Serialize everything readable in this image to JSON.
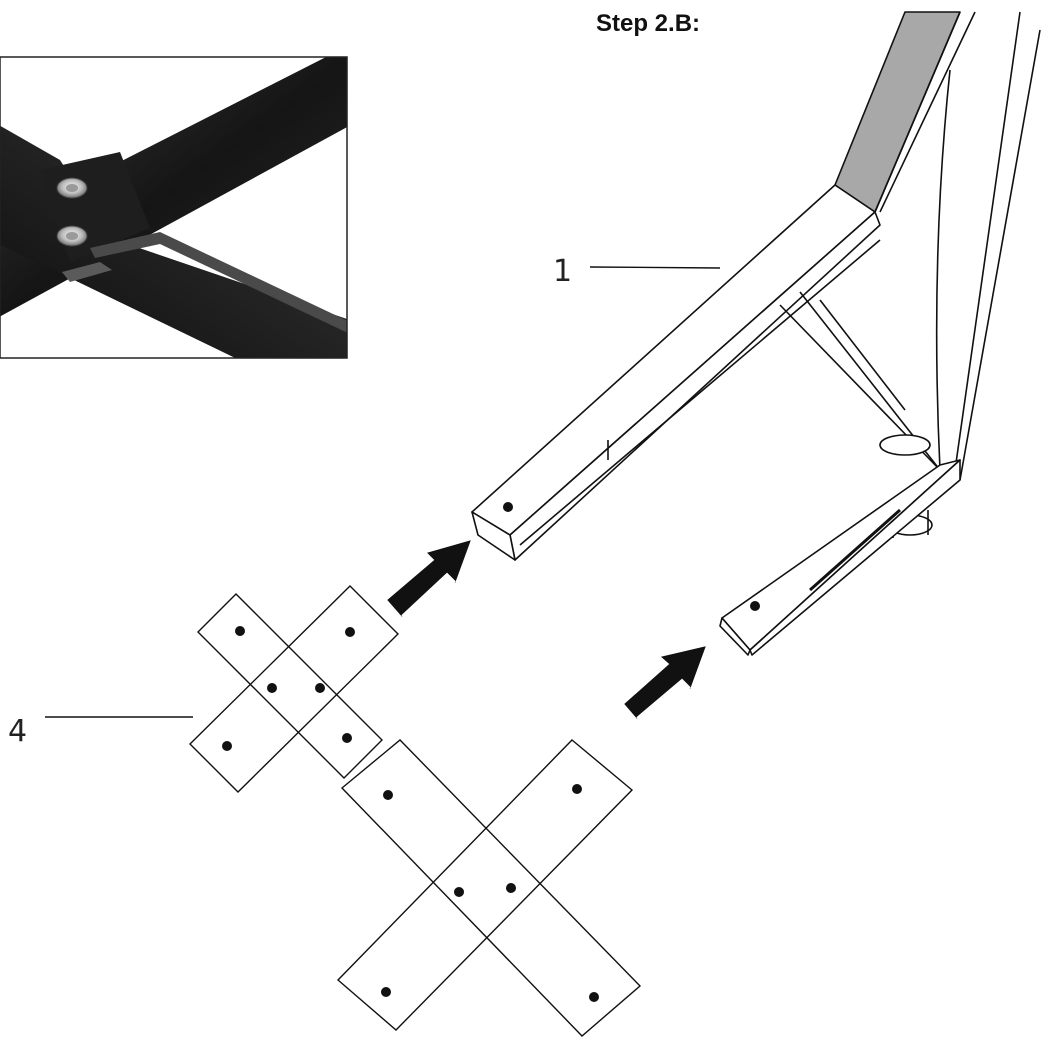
{
  "step_title": "Step 2.B:",
  "callouts": {
    "frame": "1",
    "cross_plate": "4"
  },
  "colors": {
    "line": "#111111",
    "steel": "#1c1c1c",
    "frame_shade": "#a8a8a8",
    "background": "#ffffff"
  },
  "icons": {
    "insert_arrow": "arrow-up-right-icon",
    "bolt_hole": "dot-icon",
    "screw": "screw-head-icon"
  }
}
